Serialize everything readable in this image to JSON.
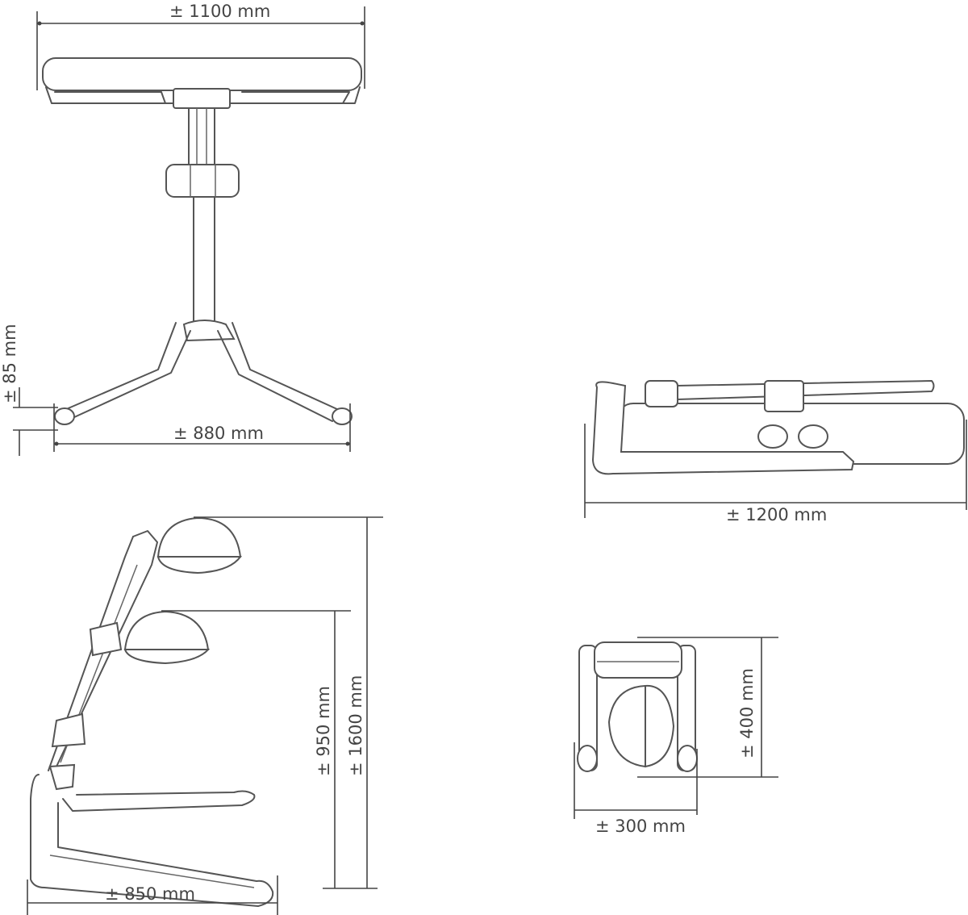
{
  "diagram": {
    "type": "technical dimension drawing",
    "views": {
      "front": {
        "width_label": "± 1100 mm",
        "base_width_label": "± 880 mm",
        "foot_height_label": "± 85 mm"
      },
      "side": {
        "base_depth_label": "± 850 mm",
        "min_height_label": "± 950 mm",
        "max_height_label": "± 1600 mm"
      },
      "folded": {
        "length_label": "± 1200 mm"
      },
      "folded_end": {
        "width_label": "± 300 mm",
        "height_label": "± 400 mm"
      }
    },
    "colors": {
      "line": "#555555",
      "background": "#ffffff"
    }
  }
}
